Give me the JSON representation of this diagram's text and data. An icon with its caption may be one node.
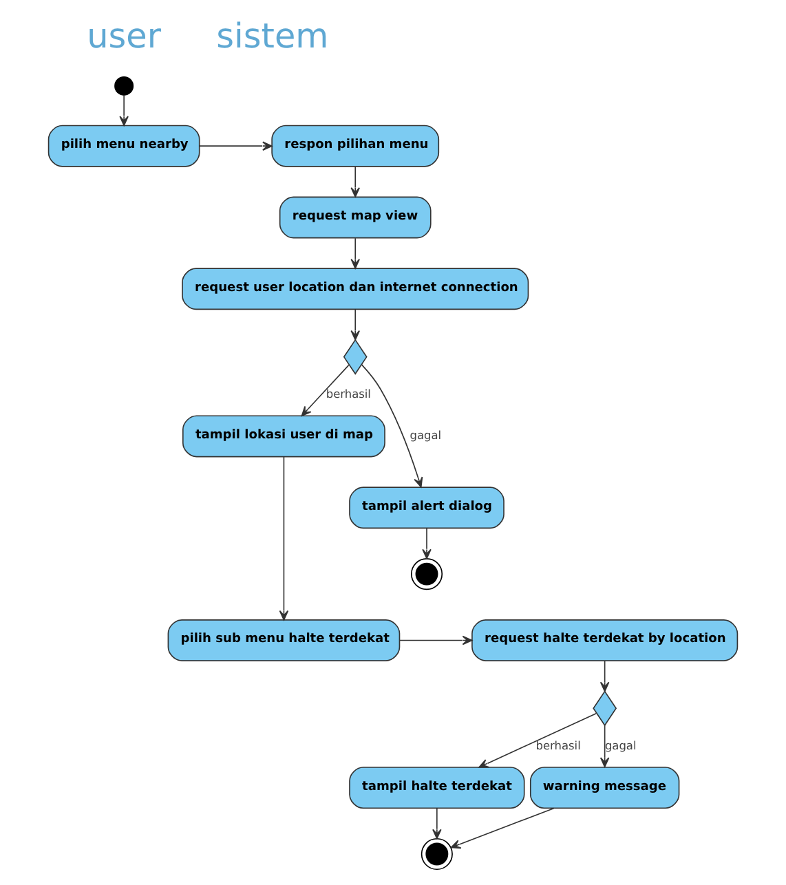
{
  "diagram": {
    "nodes": [
      {
        "text": [],
        "shape": "circle"
      },
      {
        "text": [
          "pilih menu nearby"
        ]
      },
      {
        "text": [
          "respon pilihan menu"
        ]
      },
      {
        "text": [
          "request map view"
        ]
      },
      {
        "text": [
          "request user location dan internet connection"
        ]
      },
      {
        "text": [],
        "shape": "diamond"
      },
      {
        "text": [
          "tampil lokasi user di map"
        ]
      },
      {
        "text": [
          "tampil alert dialog"
        ]
      },
      {
        "text": [],
        "shape": "circle"
      },
      {
        "text": [
          "pilih sub menu halte terdekat"
        ]
      },
      {
        "text": [
          "request halte terdekat by location"
        ]
      },
      {
        "text": [],
        "shape": "diamond"
      },
      {
        "text": [
          "tampil halte terdekat"
        ]
      },
      {
        "text": [
          "warning message"
        ]
      },
      {
        "text": [],
        "shape": "circle"
      }
    ],
    "edges": [
      {
        "from": 0,
        "to": 1,
        "arrow": "to"
      },
      {
        "from": 1,
        "to": 2,
        "arrow": "to"
      },
      {
        "from": 2,
        "to": 3,
        "arrow": "to"
      },
      {
        "from": 3,
        "to": 4,
        "arrow": "to"
      },
      {
        "from": 4,
        "to": 5,
        "arrow": "to"
      },
      {
        "from": 5,
        "to": 6,
        "label": "berhasil",
        "arrow": "to"
      },
      {
        "from": 5,
        "to": 7,
        "label": "gagal",
        "arrow": "to"
      },
      {
        "from": 7,
        "to": 8,
        "arrow": "to"
      },
      {
        "from": 6,
        "to": 9,
        "arrow": "to"
      },
      {
        "from": 9,
        "to": 10,
        "arrow": "to"
      },
      {
        "from": 10,
        "to": 11,
        "arrow": "to"
      },
      {
        "from": 11,
        "to": 12,
        "label": "berhasil",
        "arrow": "to"
      },
      {
        "from": 11,
        "to": 13,
        "label": "gagal",
        "arrow": "to"
      },
      {
        "from": 12,
        "to": 14,
        "arrow": "to"
      },
      {
        "from": 13,
        "to": 14,
        "arrow": "to"
      }
    ],
    "labels": [
      "user",
      "sistem"
    ]
  }
}
